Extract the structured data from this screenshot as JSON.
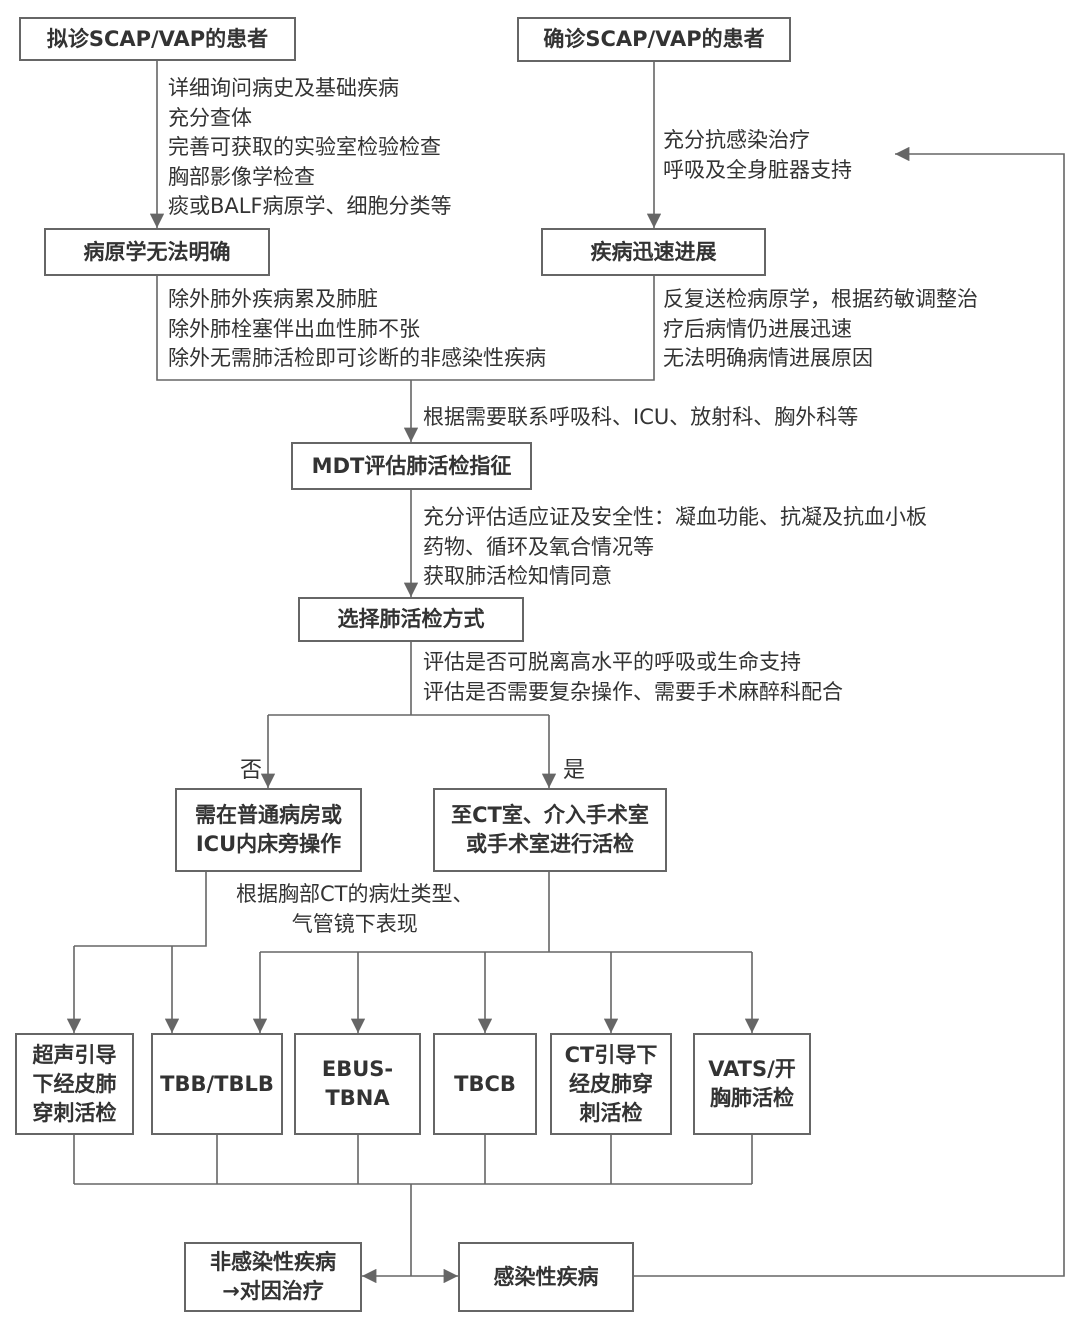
{
  "nodes": {
    "suspected": "拟诊SCAP/VAP的患者",
    "confirmed": "确诊SCAP/VAP的患者",
    "unclear": "病原学无法明确",
    "progress": "疾病迅速进展",
    "mdt": "MDT评估肺活检指征",
    "select": "选择肺活检方式",
    "bedside": [
      "需在普通病房或",
      "ICU内床旁操作"
    ],
    "ct_room": [
      "至CT室、介入手术室",
      "或手术室进行活检"
    ],
    "ultrasound": [
      "超声引导",
      "下经皮肺",
      "穿刺活检"
    ],
    "tbb": "TBB/TBLB",
    "ebus": [
      "EBUS-",
      "TBNA"
    ],
    "tbcb": "TBCB",
    "ct_guided": [
      "CT引导下",
      "经皮肺穿",
      "刺活检"
    ],
    "vats": [
      "VATS/开",
      "胸肺活检"
    ],
    "noninfectious": [
      "非感染性疾病",
      "→对因治疗"
    ],
    "infectious": "感染性疾病"
  },
  "notes": {
    "workup": [
      "详细询问病史及基础疾病",
      "充分查体",
      "完善可获取的实验室检验检查",
      "胸部影像学检查",
      "痰或BALF病原学、细胞分类等"
    ],
    "treatment": [
      "充分抗感染治疗",
      "呼吸及全身脏器支持"
    ],
    "exclude": [
      "除外肺外疾病累及肺脏",
      "除外肺栓塞伴出血性肺不张",
      "除外无需肺活检即可诊断的非感染性疾病"
    ],
    "progress_reasons": [
      "反复送检病原学，根据药敏调整治",
      "疗后病情仍进展迅速",
      "无法明确病情进展原因"
    ],
    "consult": [
      "根据需要联系呼吸科、ICU、放射科、胸外科等"
    ],
    "evaluate": [
      "充分评估适应证及安全性：凝血功能、抗凝及抗血小板",
      "药物、循环及氧合情况等",
      "获取肺活检知情同意"
    ],
    "assess": [
      "评估是否可脱离高水平的呼吸或生命支持",
      "评估是否需要复杂操作、需要手术麻醉科配合"
    ],
    "ct_type": [
      "根据胸部CT的病灶类型、",
      "气管镜下表现"
    ]
  },
  "labels": {
    "no": "否",
    "yes": "是"
  },
  "colors": {
    "line": "#666666",
    "text": "#333333"
  }
}
